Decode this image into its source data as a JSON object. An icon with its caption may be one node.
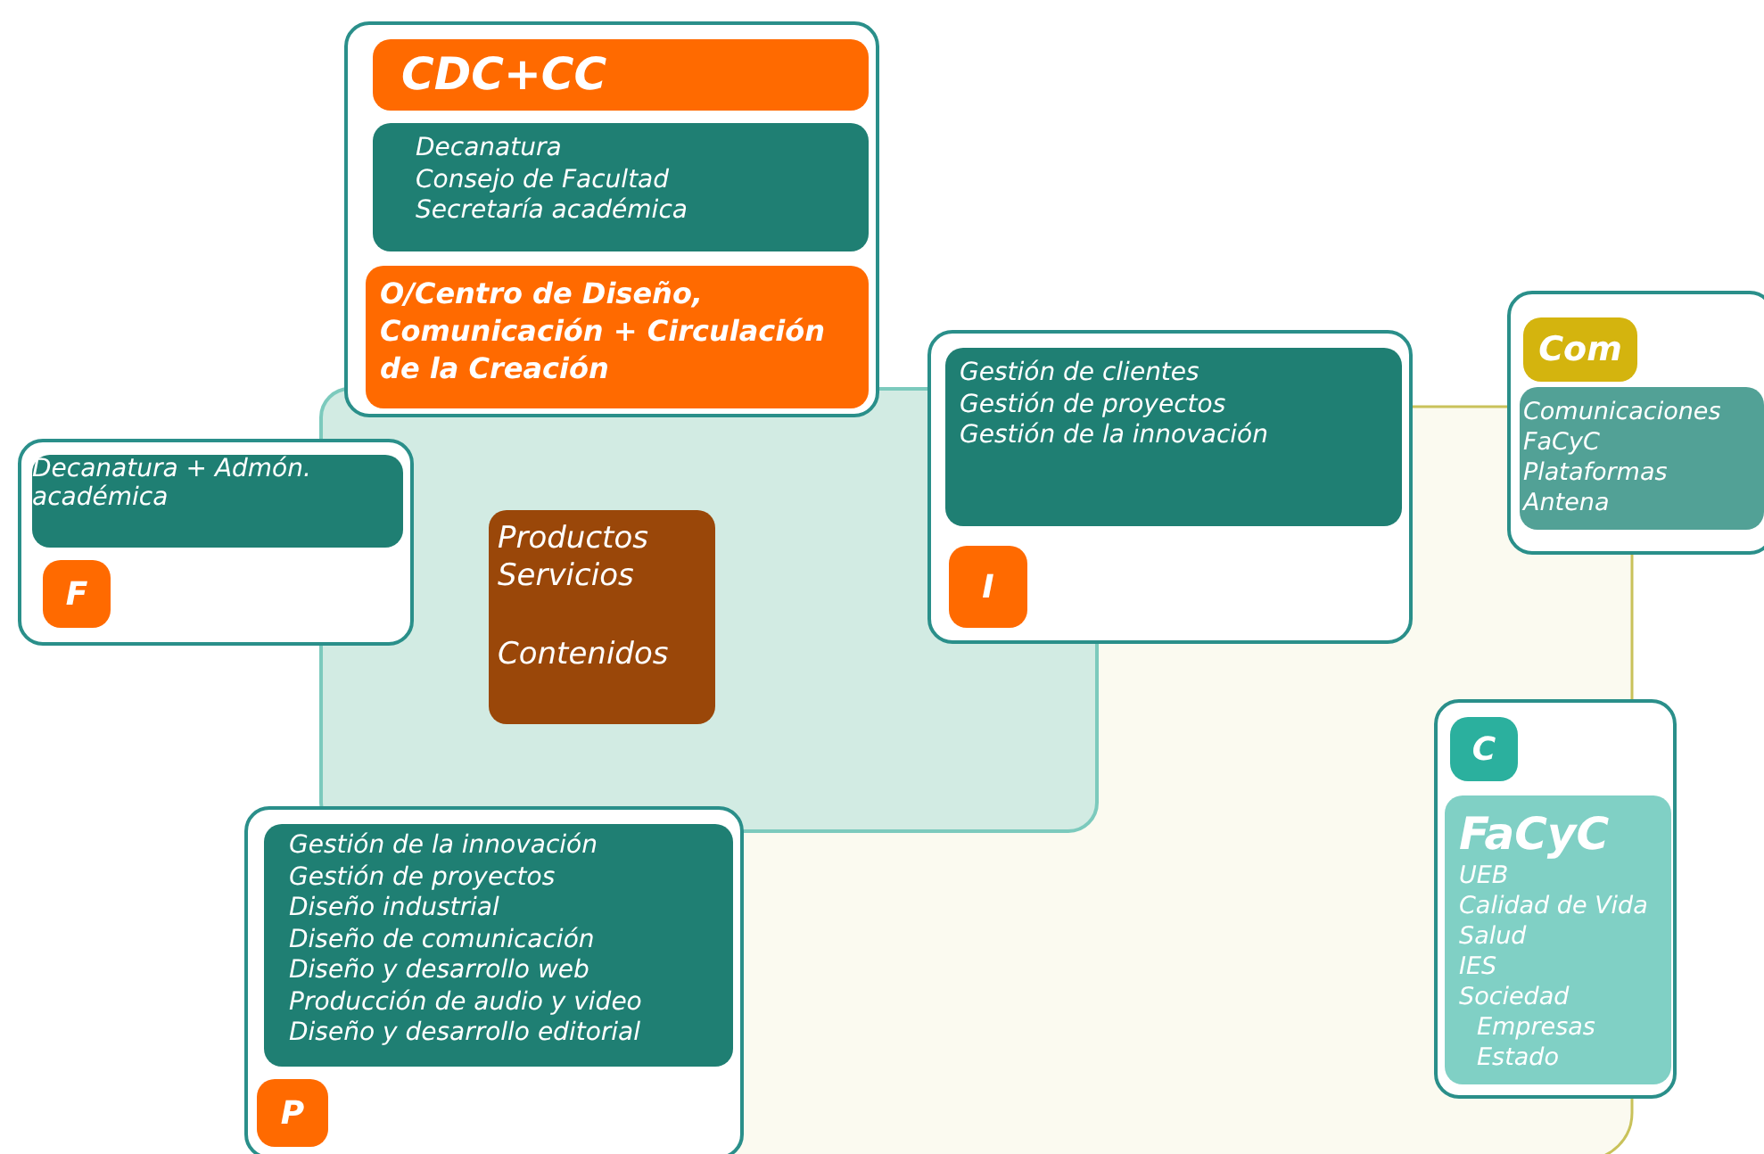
{
  "diagram": {
    "nodes": [
      {
        "text": [],
        "shape": "box"
      },
      {
        "text": [
          "CDC+CC"
        ],
        "in": 0
      },
      {
        "text": [
          "Decanatura",
          "Consejo de Facultad",
          "Secretaría académica"
        ],
        "in": 0
      },
      {
        "text": [
          "O/Centro de Diseño, Comunicación + Circulación de la Creación"
        ],
        "in": 0
      },
      {
        "text": [
          "Productos",
          "Servicios",
          "Contenidos"
        ]
      },
      {
        "text": [],
        "shape": "box"
      },
      {
        "text": [
          "Decanatura + Admón. académica"
        ],
        "in": 5
      },
      {
        "text": [
          "F"
        ],
        "in": 5
      },
      {
        "text": [],
        "shape": "box"
      },
      {
        "text": [
          "Gestión de clientes",
          "Gestión de proyectos",
          "Gestión de la innovación"
        ],
        "in": 8
      },
      {
        "text": [
          "I"
        ],
        "in": 8
      },
      {
        "text": [],
        "shape": "box"
      },
      {
        "text": [
          "Com"
        ],
        "in": 11
      },
      {
        "text": [
          "Comunicaciones",
          "FaCyC",
          "Plataformas",
          "Antena"
        ],
        "in": 11
      },
      {
        "text": [],
        "shape": "box"
      },
      {
        "text": [
          "C"
        ],
        "in": 14
      },
      {
        "text": [
          "FaCyC",
          "UEB",
          "Calidad de Vida",
          "Salud",
          "IES",
          "Sociedad",
          "Empresas",
          "Estado"
        ],
        "in": 14
      },
      {
        "text": [],
        "shape": "box"
      },
      {
        "text": [
          "Gestión de la innovación",
          "Gestión de proyectos",
          "Diseño industrial",
          "Diseño de comunicación",
          "Diseño y desarrollo web",
          "Producción de audio y video",
          "Diseño y desarrollo editorial"
        ],
        "in": 17
      },
      {
        "text": [
          "P"
        ],
        "in": 17
      }
    ]
  }
}
